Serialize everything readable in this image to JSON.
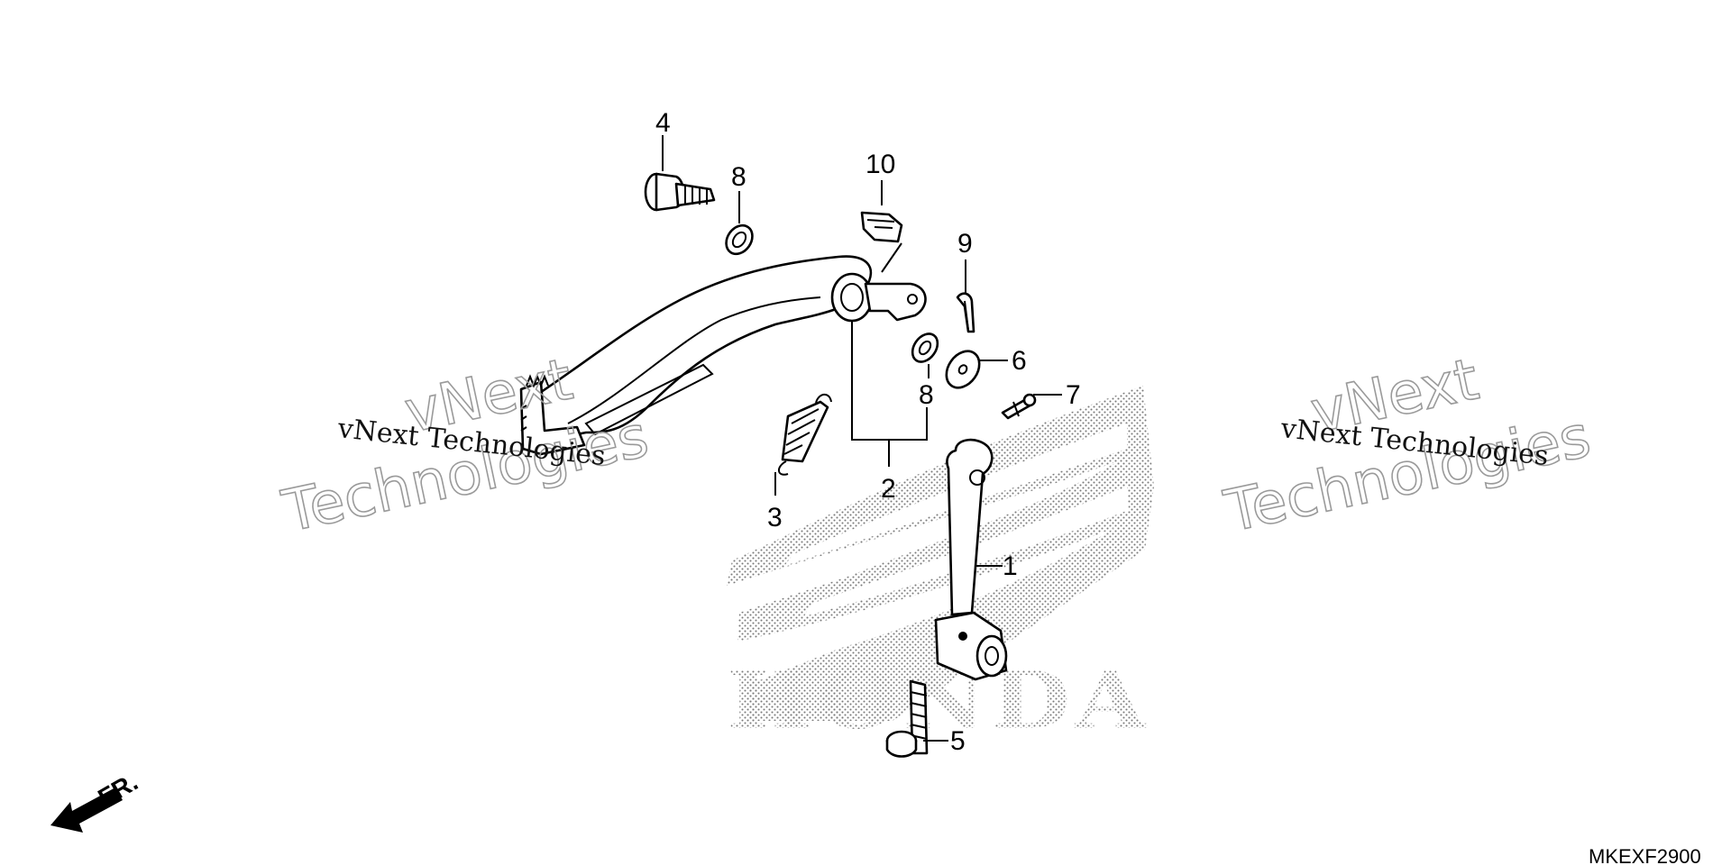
{
  "diagram_code": "MKEXF2900",
  "front_indicator": "FR.",
  "watermark": {
    "line1": "vNext Technologies",
    "outline_top": "vNext",
    "outline_bottom": "Technologies"
  },
  "logo_text": "HONDA",
  "callouts": {
    "c1": "1",
    "c2": "2",
    "c3": "3",
    "c4": "4",
    "c5": "5",
    "c6": "6",
    "c7": "7",
    "c8a": "8",
    "c8b": "8",
    "c9": "9",
    "c10": "10"
  }
}
